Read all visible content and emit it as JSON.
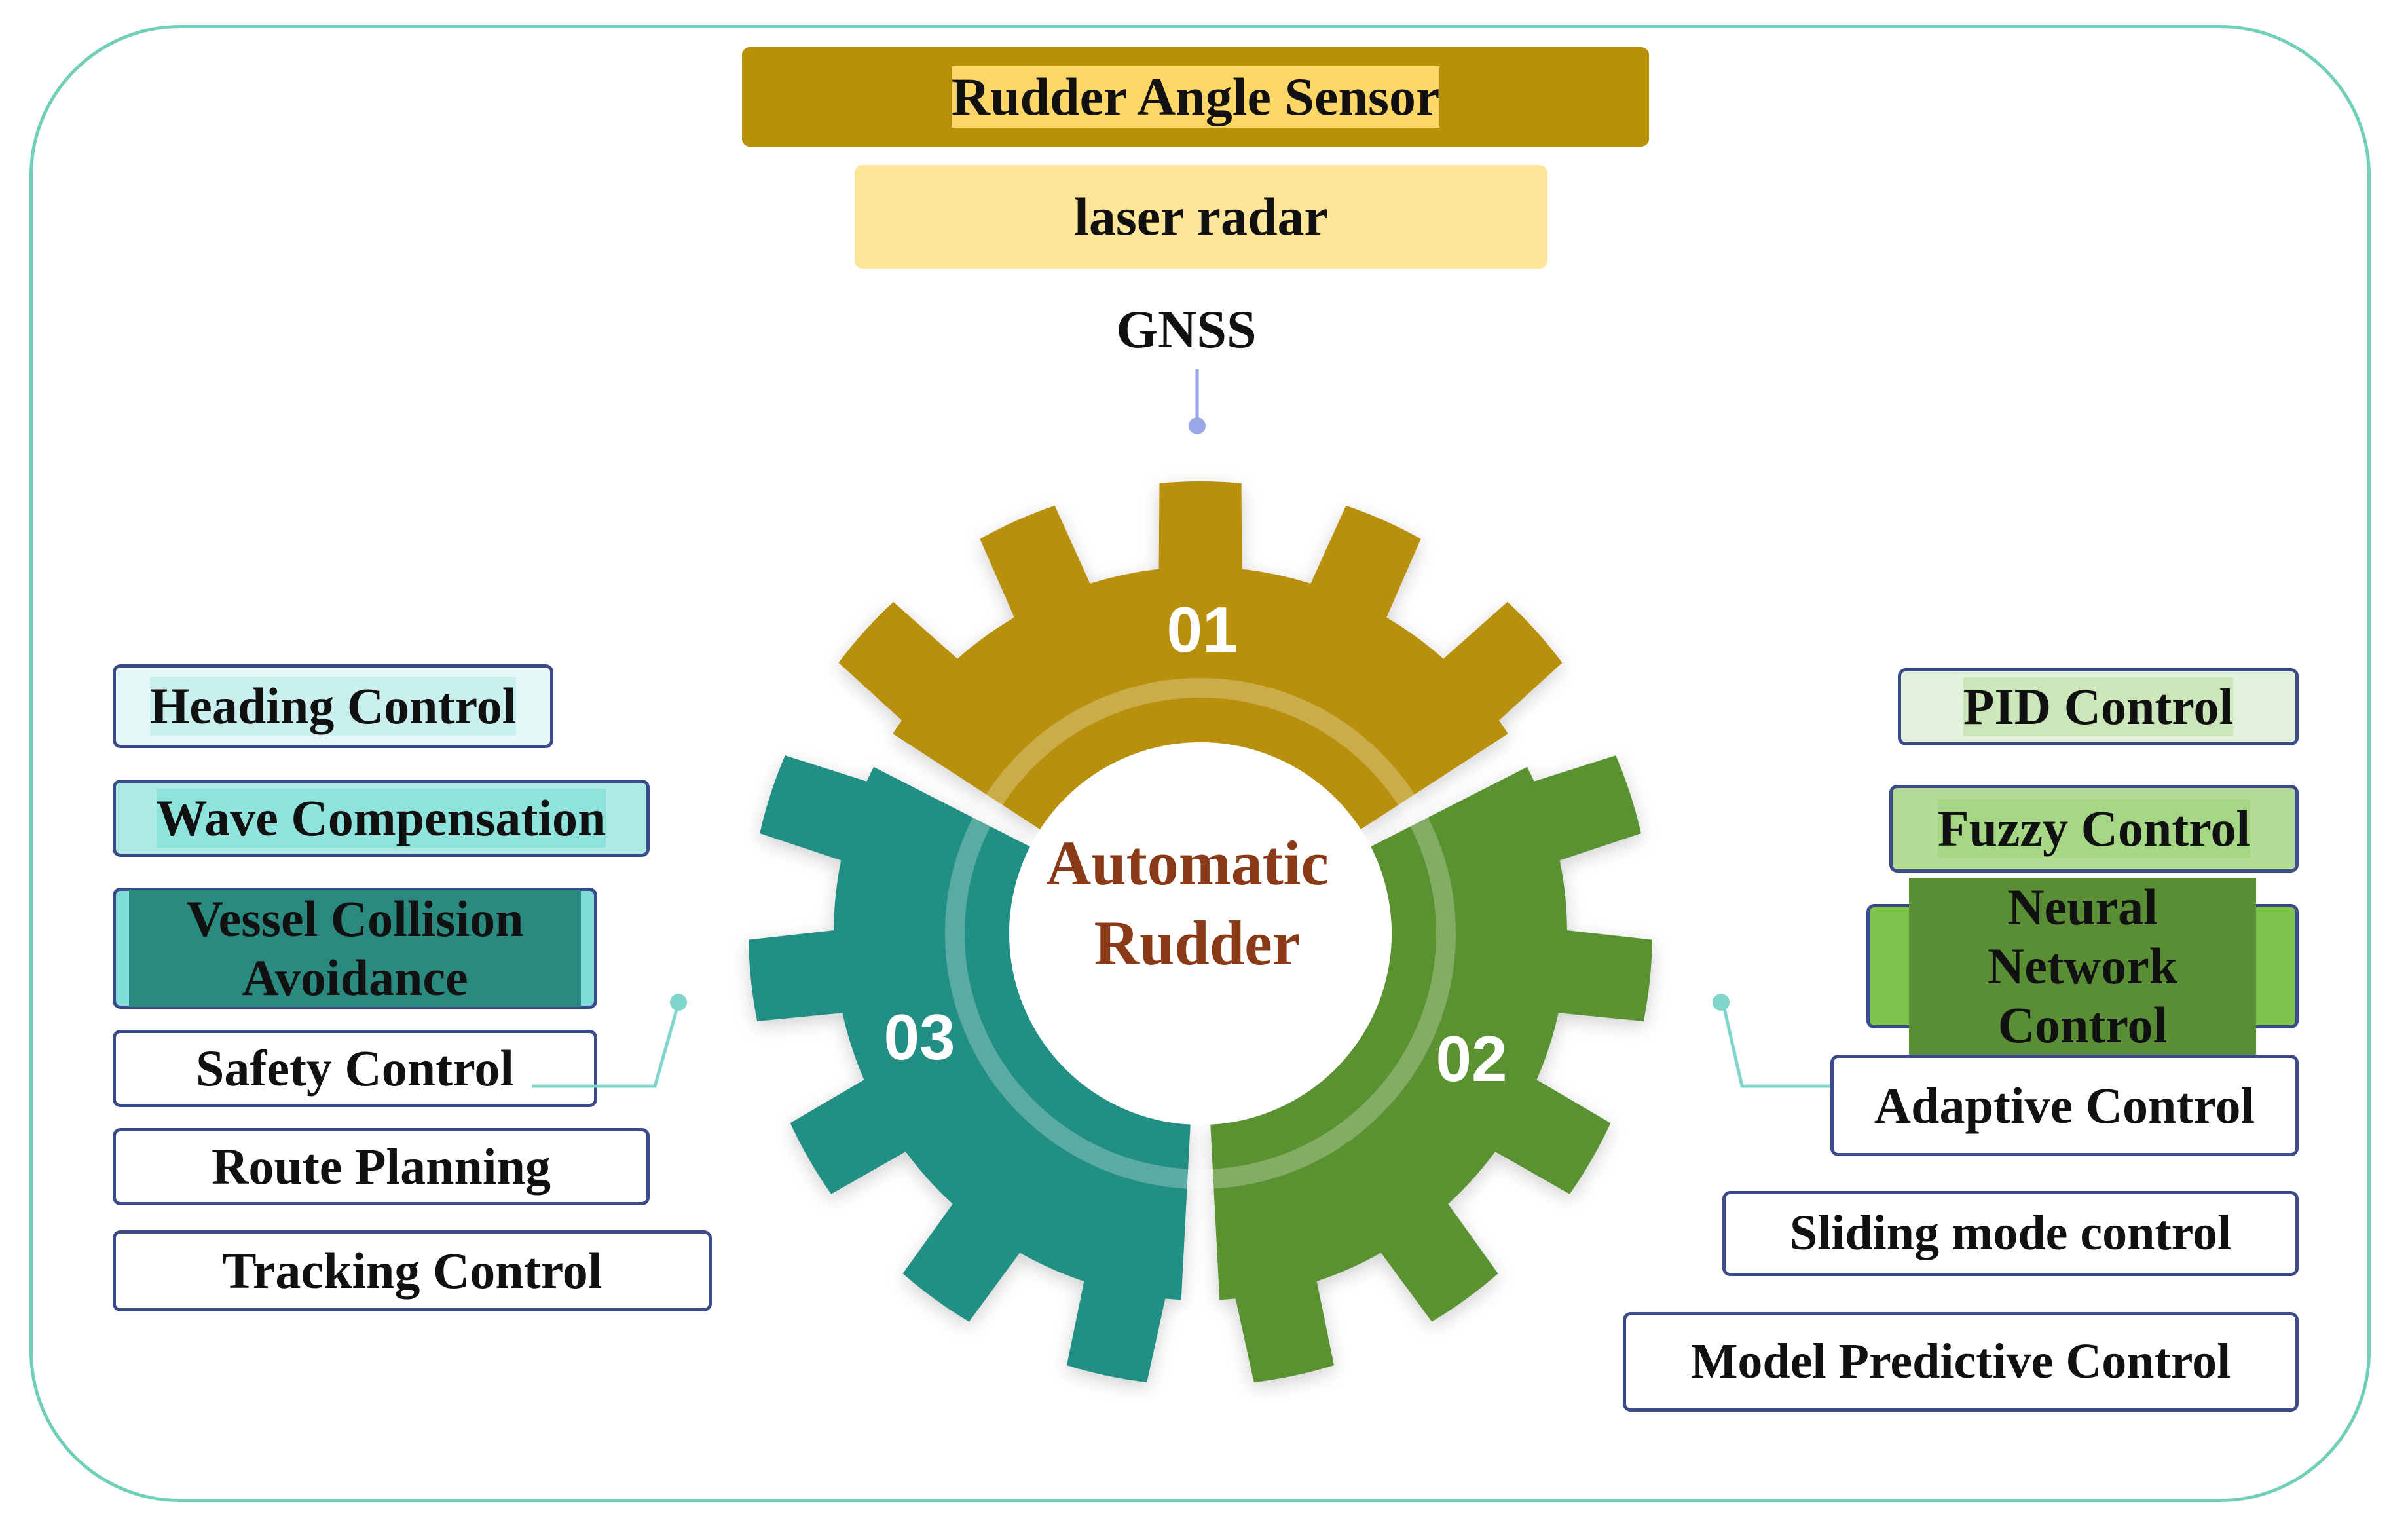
{
  "center": {
    "line1": "Automatic",
    "line2": "Rudder"
  },
  "gears": {
    "g1": "01",
    "g2": "02",
    "g3": "03"
  },
  "sensors": [
    {
      "label": "Rudder Angle Sensor",
      "color": "#b8900a"
    },
    {
      "label": "laser radar",
      "color": "#fcd767"
    },
    {
      "label": "GNSS",
      "color": "#fde599"
    }
  ],
  "left_items": [
    {
      "label": "Heading Control",
      "color": "#e6f7f7"
    },
    {
      "label": "Wave Compensation",
      "color": "#c9f0ee"
    },
    {
      "label": "Vessel Collision Avoidance",
      "color": "#aeeae4"
    },
    {
      "label": "Safety Control",
      "color": "#8fe3dd"
    },
    {
      "label": "Route Planning",
      "color": "#80ded8"
    },
    {
      "label": "Tracking Control",
      "color": "#2a8a80"
    }
  ],
  "right_items": [
    {
      "label": "PID Control",
      "color": "#e3f2dc"
    },
    {
      "label": "Fuzzy Control",
      "color": "#cbe6b9"
    },
    {
      "label": "Neural Network Control",
      "color": "#b4dc96"
    },
    {
      "label": "Adaptive Control",
      "color": "#a6d785"
    },
    {
      "label": "Sliding mode control",
      "color": "#7cc44e"
    },
    {
      "label": "Model Predictive Control",
      "color": "#5a8e34"
    }
  ],
  "colors": {
    "gear1": "#b8900a",
    "gear2": "#5a9232",
    "gear3": "#238f84",
    "frame": "#6fcfb8",
    "box_border": "#3b4a8a",
    "center_text": "#8b3a17"
  }
}
